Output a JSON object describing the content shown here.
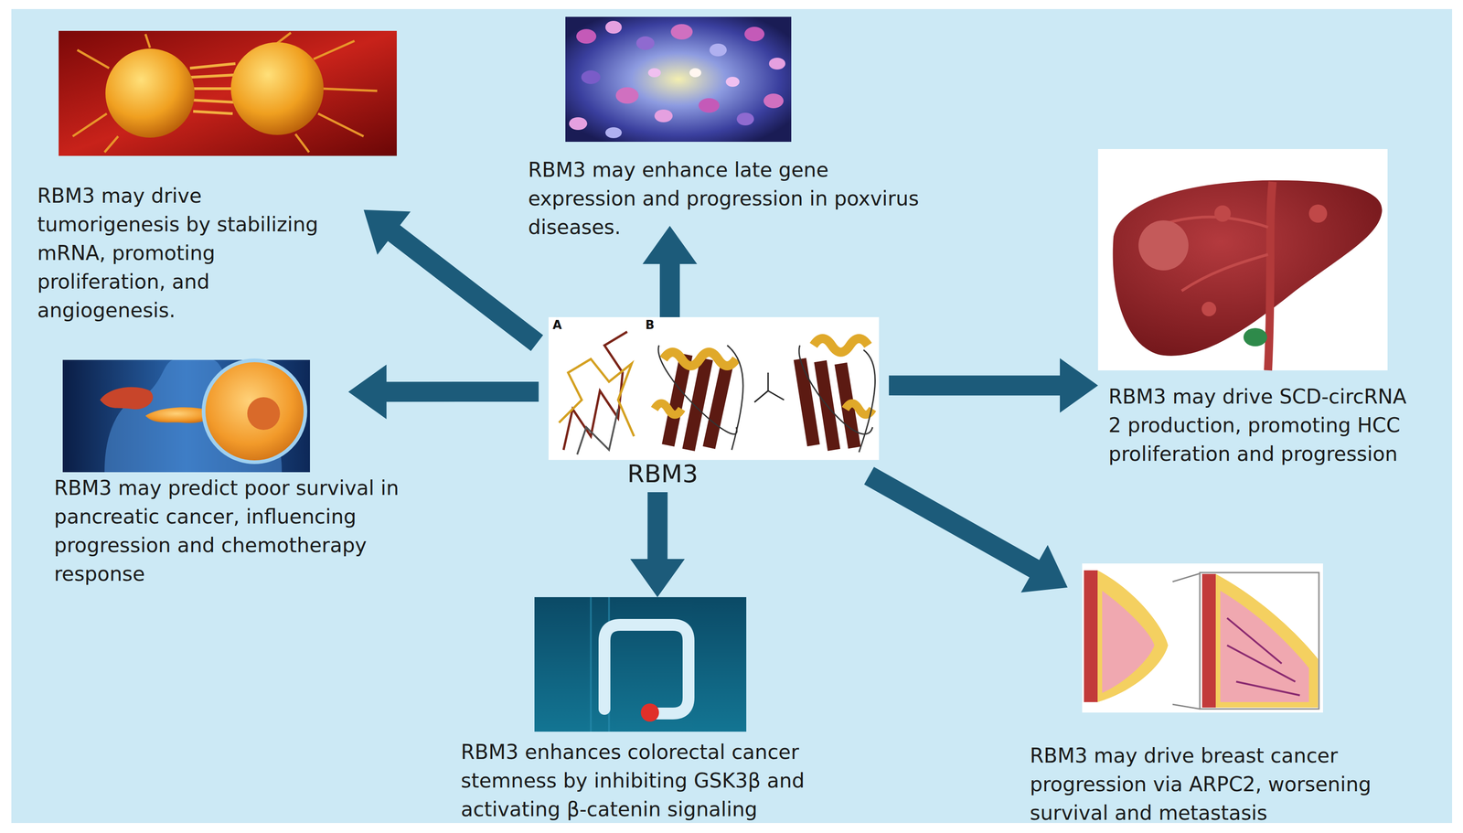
{
  "diagram": {
    "nodes": [
      {
        "text": [
          "RBM3 may drive tumorigenesis by stabilizing mRNA, promoting proliferation, and angiogenesis."
        ]
      },
      {
        "text": [
          "RBM3 may enhance late gene expression and progression in poxvirus diseases."
        ]
      },
      {
        "text": [
          "RBM3 may drive SCD-circRNA 2 production, promoting HCC proliferation and progression"
        ]
      },
      {
        "text": [
          "RBM3 may predict poor survival in pancreatic cancer, influencing progression and chemotherapy response"
        ]
      },
      {
        "text": [
          "RBM3"
        ]
      },
      {
        "text": [
          "RBM3 enhances colorectal cancer stemness by inhibiting GSK3β and activating β-catenin signaling"
        ]
      },
      {
        "text": [
          "RBM3 may drive breast cancer progression via ARPC2, worsening survival and metastasis"
        ]
      }
    ],
    "edges": [
      {
        "from": 4,
        "to": 0,
        "arrow": "to"
      },
      {
        "from": 4,
        "to": 1,
        "arrow": "to"
      },
      {
        "from": 4,
        "to": 2,
        "arrow": "to"
      },
      {
        "from": 4,
        "to": 3,
        "arrow": "to"
      },
      {
        "from": 4,
        "to": 5,
        "arrow": "to"
      },
      {
        "from": 4,
        "to": 6,
        "arrow": "to"
      }
    ],
    "labels": [
      "A",
      "B"
    ]
  }
}
